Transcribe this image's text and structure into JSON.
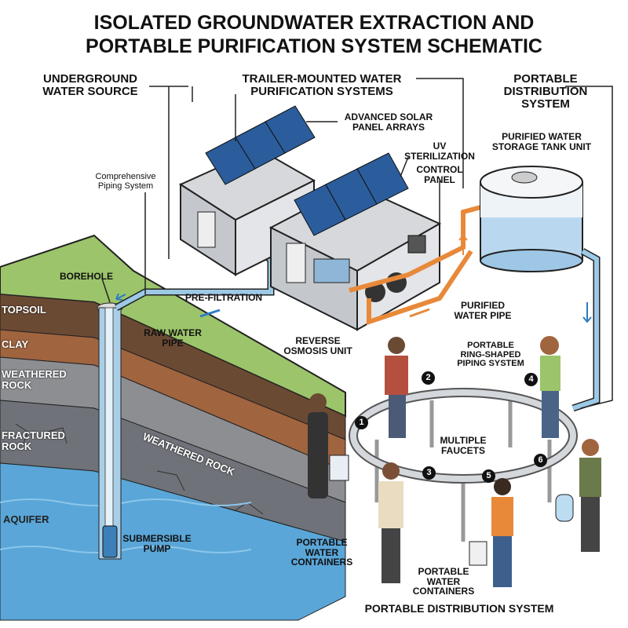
{
  "title": {
    "line1": "ISOLATED GROUNDWATER EXTRACTION AND",
    "line2": "PORTABLE PURIFICATION SYSTEM SCHEMATIC"
  },
  "sections": {
    "underground": {
      "line1": "UNDERGROUND",
      "line2": "WATER SOURCE"
    },
    "trailer": {
      "line1": "TRAILER-MOUNTED WATER",
      "line2": "PURIFICATION SYSTEMS"
    },
    "distribution": {
      "line1": "PORTABLE",
      "line2": "DISTRIBUTION",
      "line3": "SYSTEM"
    }
  },
  "labels": {
    "solar": {
      "line1": "ADVANCED SOLAR",
      "line2": "PANEL ARRAYS"
    },
    "uv": {
      "line1": "UV",
      "line2": "STERILIZATION"
    },
    "control": {
      "line1": "CONTROL",
      "line2": "PANEL"
    },
    "tank": {
      "line1": "PURIFIED WATER",
      "line2": "STORAGE TANK UNIT"
    },
    "piping": {
      "line1": "Comprehensive",
      "line2": "Piping System"
    },
    "borehole": "BOREHOLE",
    "prefiltration": "PRE-FILTRATION",
    "raw_pipe": {
      "line1": "RAW WATER",
      "line2": "PIPE"
    },
    "ro": {
      "line1": "REVERSE",
      "line2": "OSMOSIS UNIT"
    },
    "purified_pipe": {
      "line1": "PURIFIED",
      "line2": "WATER PIPE"
    },
    "ring": {
      "line1": "PORTABLE",
      "line2": "RING-SHAPED",
      "line3": "PIPING SYSTEM"
    },
    "faucets": {
      "line1": "MULTIPLE",
      "line2": "FAUCETS"
    },
    "pump": {
      "line1": "SUBMERSIBLE",
      "line2": "PUMP"
    },
    "containers_left": {
      "line1": "PORTABLE",
      "line2": "WATER",
      "line3": "CONTAINERS"
    },
    "containers_mid": {
      "line1": "PORTABLE",
      "line2": "WATER",
      "line3": "CONTAINERS"
    },
    "bottom": "PORTABLE DISTRIBUTION SYSTEM"
  },
  "layers": {
    "topsoil": "TOPSOIL",
    "clay": "CLAY",
    "weathered1": {
      "line1": "WEATHERED",
      "line2": "ROCK"
    },
    "fractured": {
      "line1": "FRACTURED",
      "line2": "ROCK"
    },
    "weathered2": "WEATHERED ROCK",
    "aquifer": "AQUIFER"
  },
  "faucet_numbers": [
    "1",
    "2",
    "3",
    "4",
    "5",
    "6"
  ],
  "colors": {
    "raw_pipe": "#9cc9e6",
    "purified_pipe": "#e8893a",
    "aquifer": "#5aa6d8",
    "ground": "#9cc46a"
  }
}
